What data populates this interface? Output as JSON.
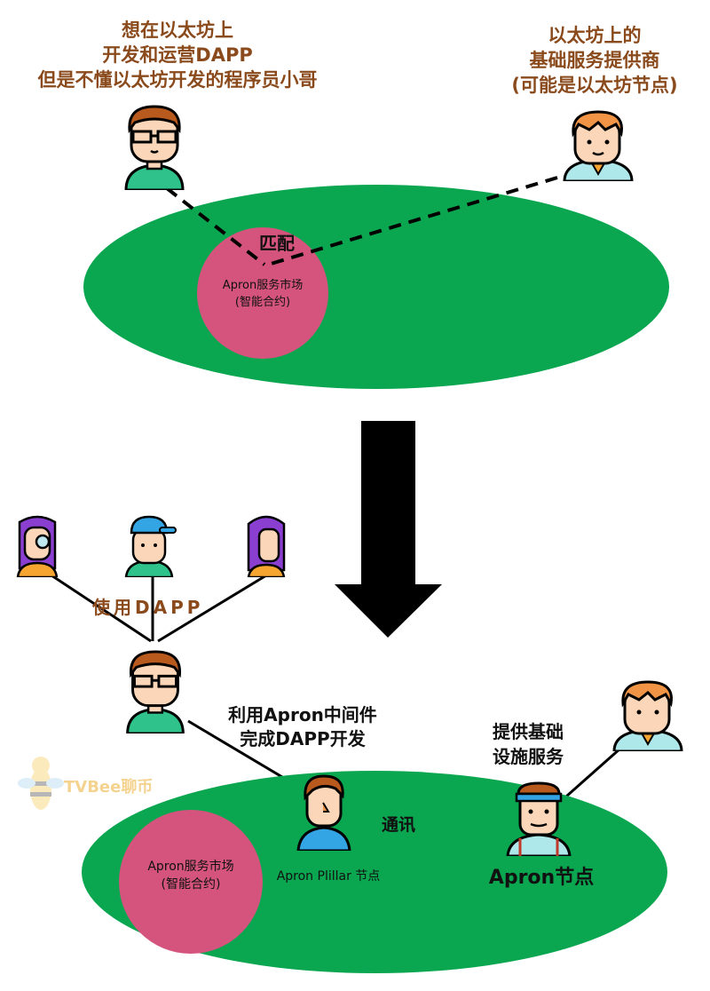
{
  "top": {
    "developer_caption": [
      "想在以太坊上",
      "开发和运营DAPP",
      "但是不懂以太坊开发的程序员小哥"
    ],
    "provider_caption": [
      "以太坊上的",
      "基础服务提供商",
      "(可能是以太坊节点)"
    ],
    "match_label": "匹配",
    "market_label": [
      "Apron服务市场",
      "(智能合约)"
    ]
  },
  "bottom": {
    "use_dapp_label": "使用DAPP",
    "dev_caption": [
      "利用Apron中间件",
      "完成DAPP开发"
    ],
    "infra_caption": [
      "提供基础",
      "设施服务"
    ],
    "comm_label": "通讯",
    "market_label": [
      "Apron服务市场",
      "(智能合约)"
    ],
    "pillar_label": "Apron Plillar 节点",
    "node_label": "Apron节点"
  },
  "watermark": "TVBee聊币",
  "colors": {
    "green": "#0aa650",
    "pink": "#d4547e",
    "caption": "#8a4a1c",
    "arrow": "#000000"
  }
}
